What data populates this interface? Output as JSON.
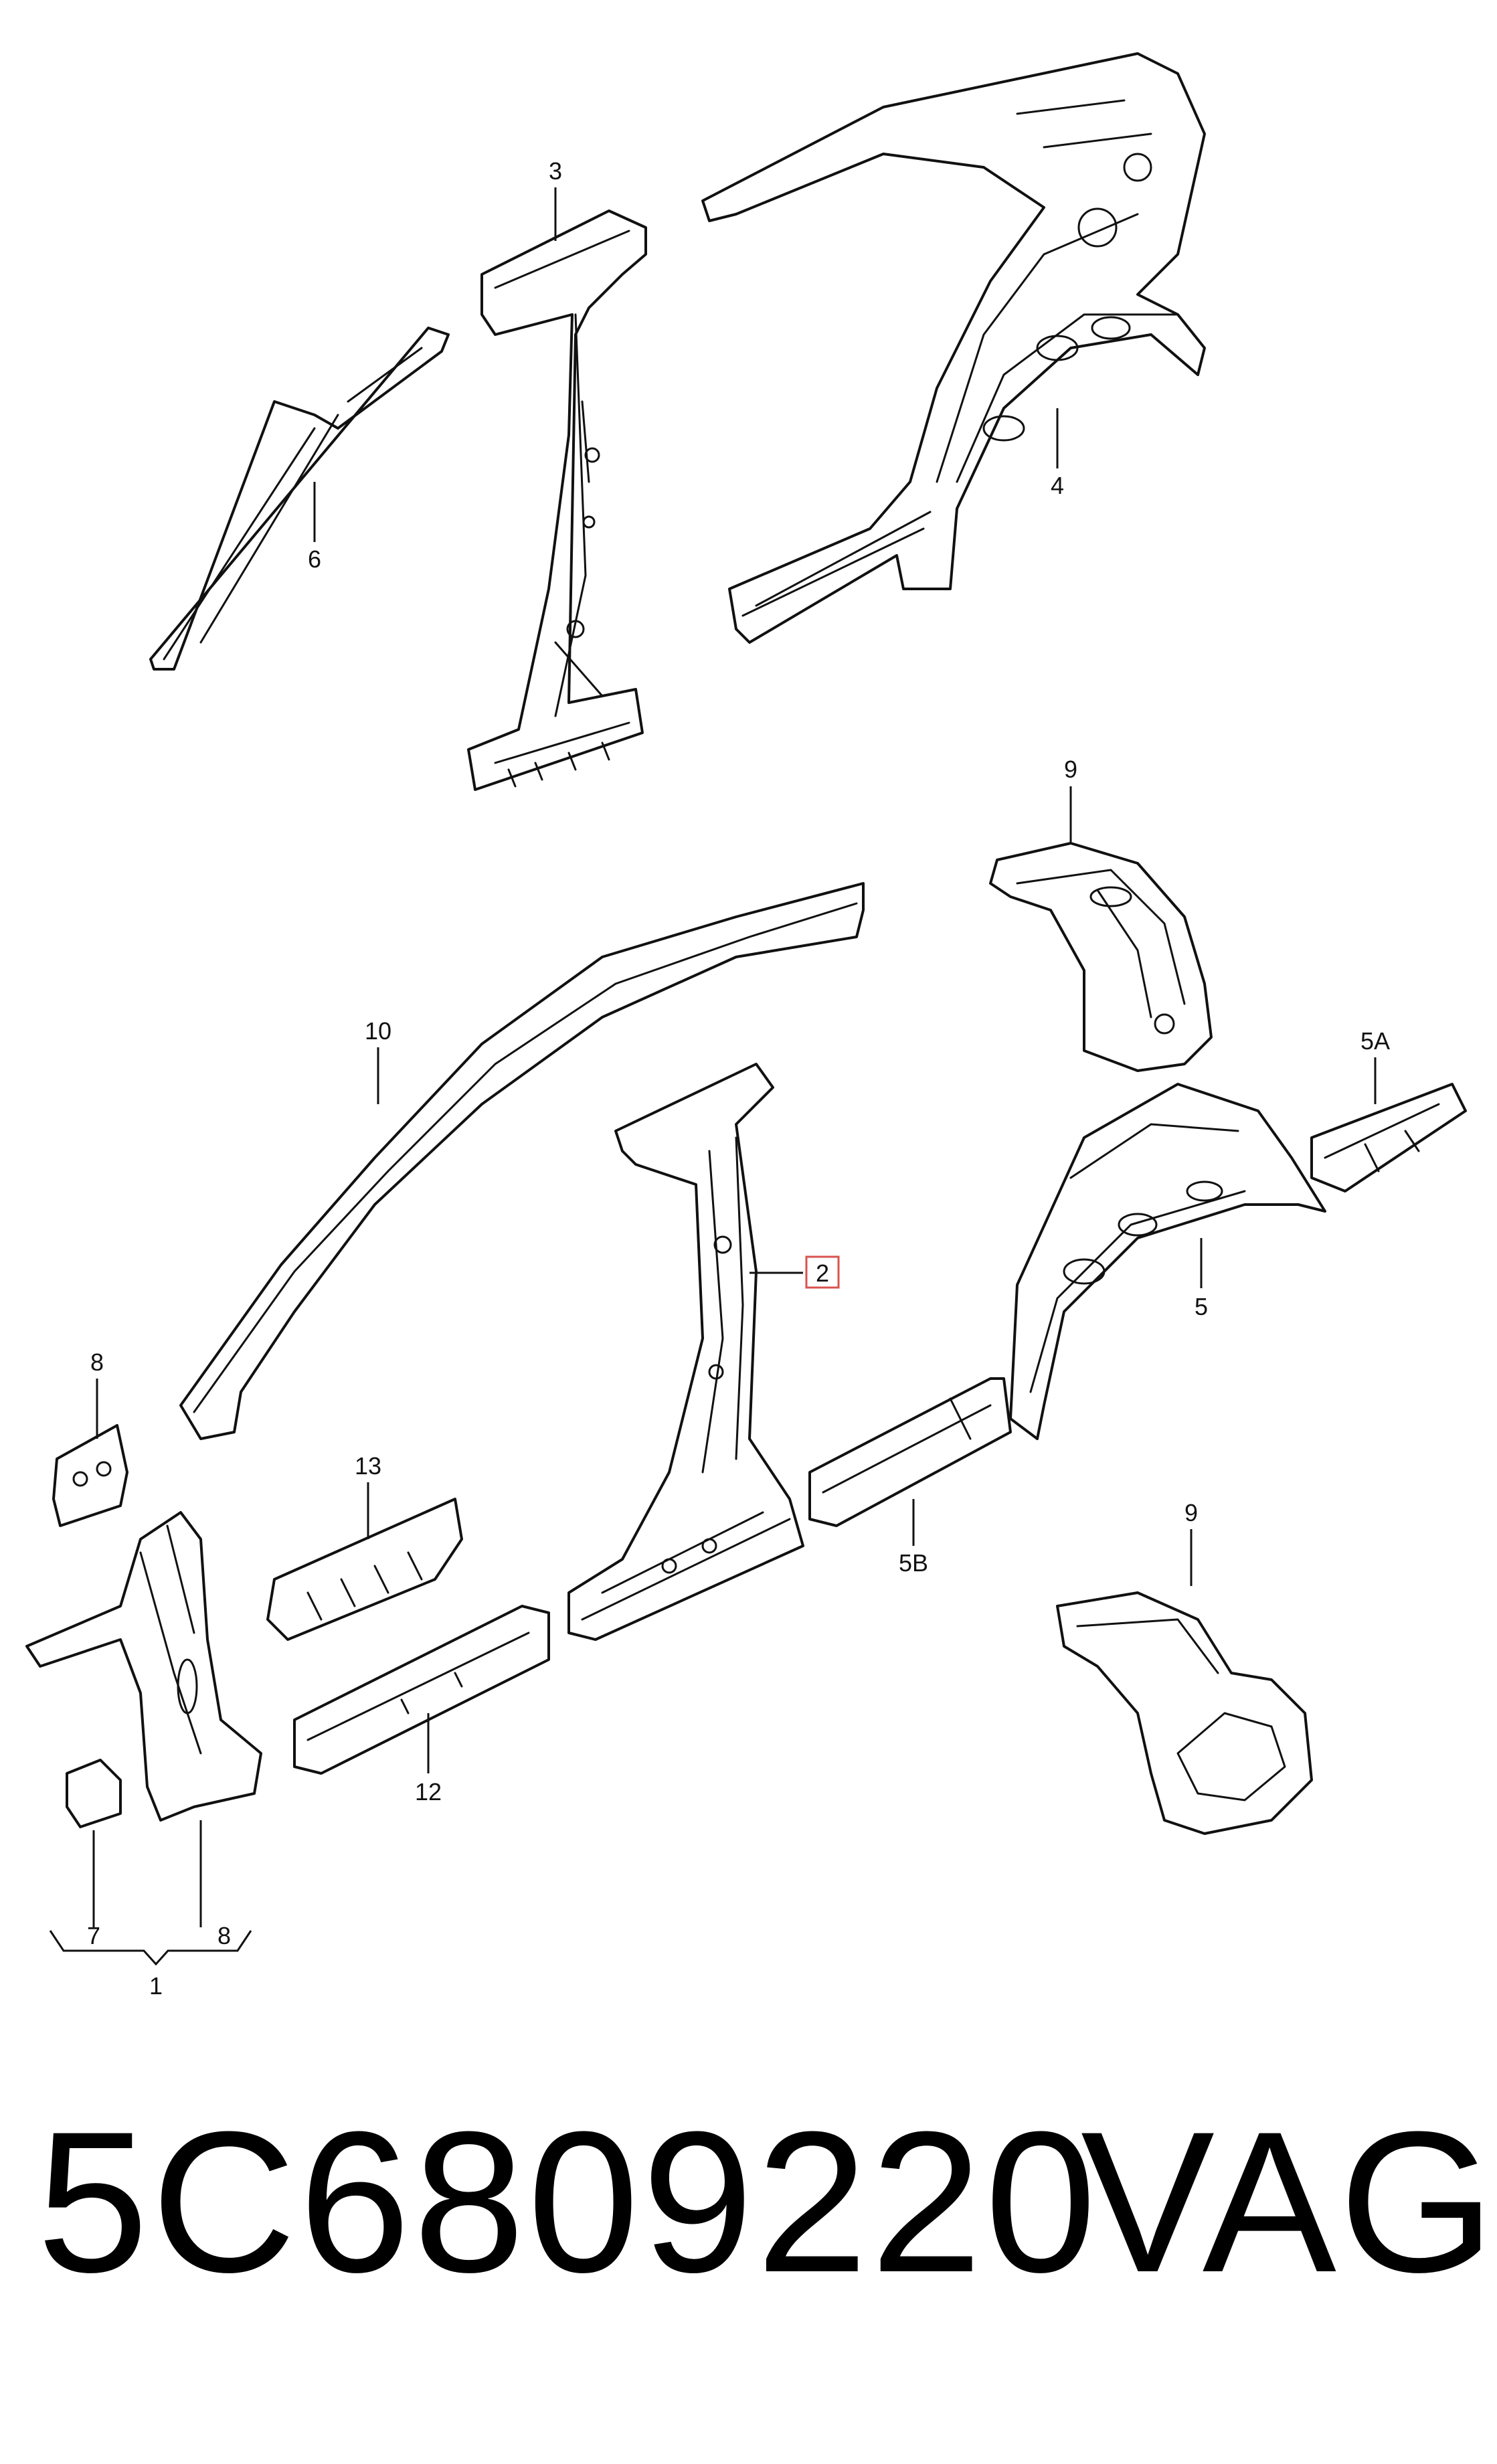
{
  "callouts": {
    "c1": "1",
    "c2": "2",
    "c3": "3",
    "c4": "4",
    "c5": "5",
    "c5a": "5A",
    "c5b": "5B",
    "c6": "6",
    "c7": "7",
    "c8a": "8",
    "c8b": "8",
    "c9a": "9",
    "c9b": "9",
    "c10": "10",
    "c12": "12",
    "c13": "13"
  },
  "highlighted_callout": "2",
  "footer": {
    "part_number": "5C6809220",
    "brand": "VAG"
  },
  "colors": {
    "line": "#111111",
    "highlight": "#d9534f",
    "background": "#ffffff"
  }
}
